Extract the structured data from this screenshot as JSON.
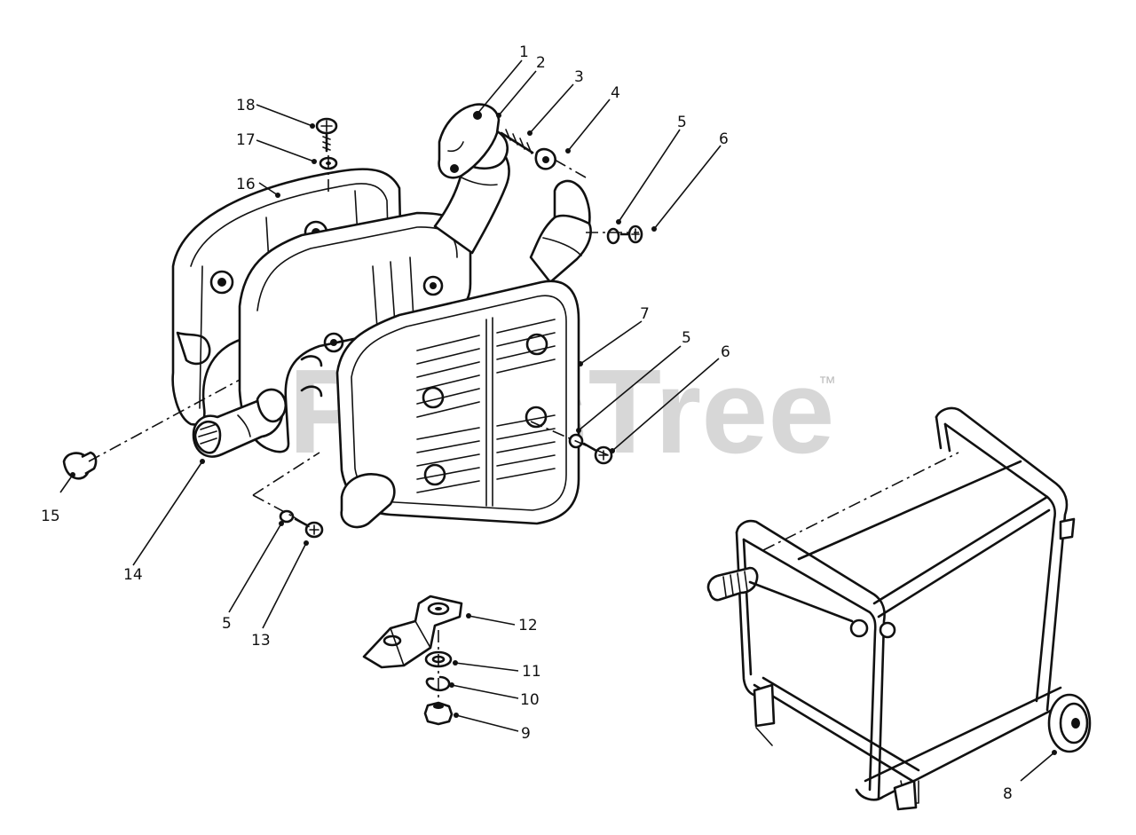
{
  "watermark": {
    "text": "PartsTree",
    "mark": "™"
  },
  "callouts": [
    "1",
    "2",
    "3",
    "4",
    "5",
    "6",
    "18",
    "17",
    "16",
    "7",
    "5",
    "6",
    "15",
    "14",
    "5",
    "13",
    "12",
    "11",
    "10",
    "9",
    "8"
  ]
}
